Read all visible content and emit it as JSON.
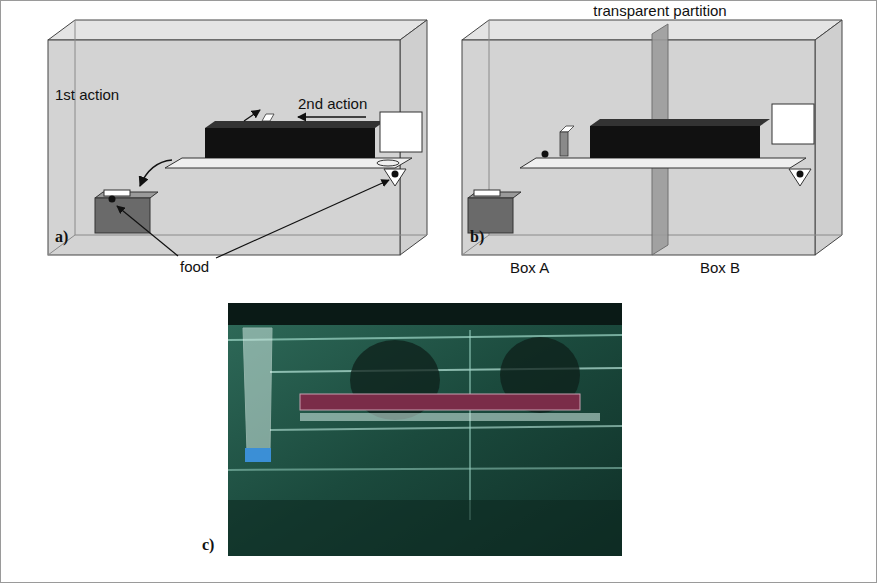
{
  "diagram": {
    "labels": [
      "1st action",
      "2nd action",
      "food",
      "a)",
      "transparent partition",
      "Box A",
      "Box B",
      "b)",
      "c)"
    ]
  }
}
